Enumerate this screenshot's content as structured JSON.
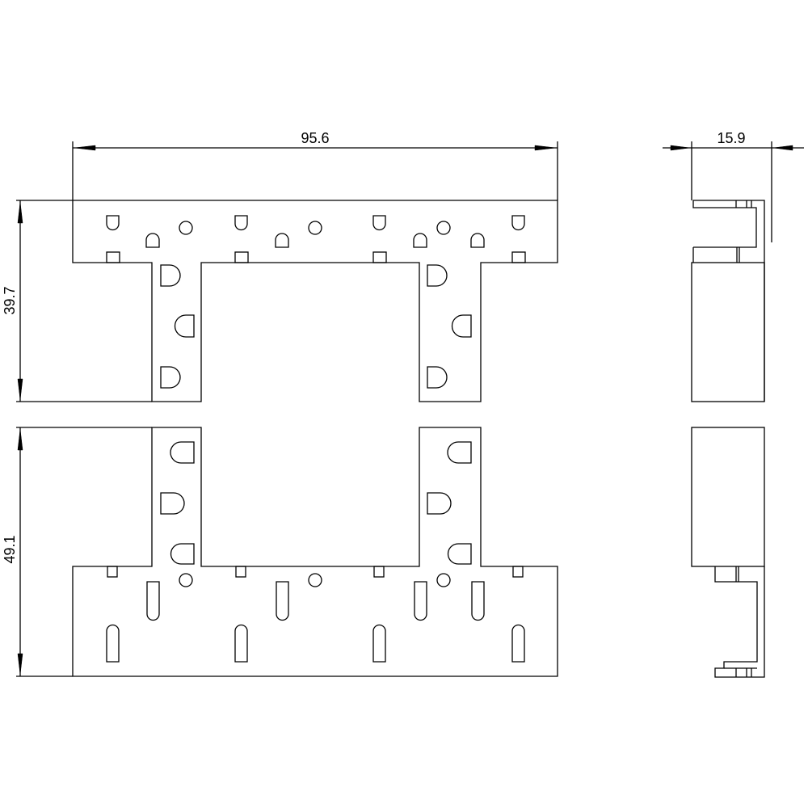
{
  "dimensions": {
    "overall_width": "95.6",
    "side_thickness": "15.9",
    "top_view_height": "39.7",
    "bottom_view_height": "49.1"
  },
  "colors": {
    "line": "#000000",
    "background": "#ffffff"
  }
}
